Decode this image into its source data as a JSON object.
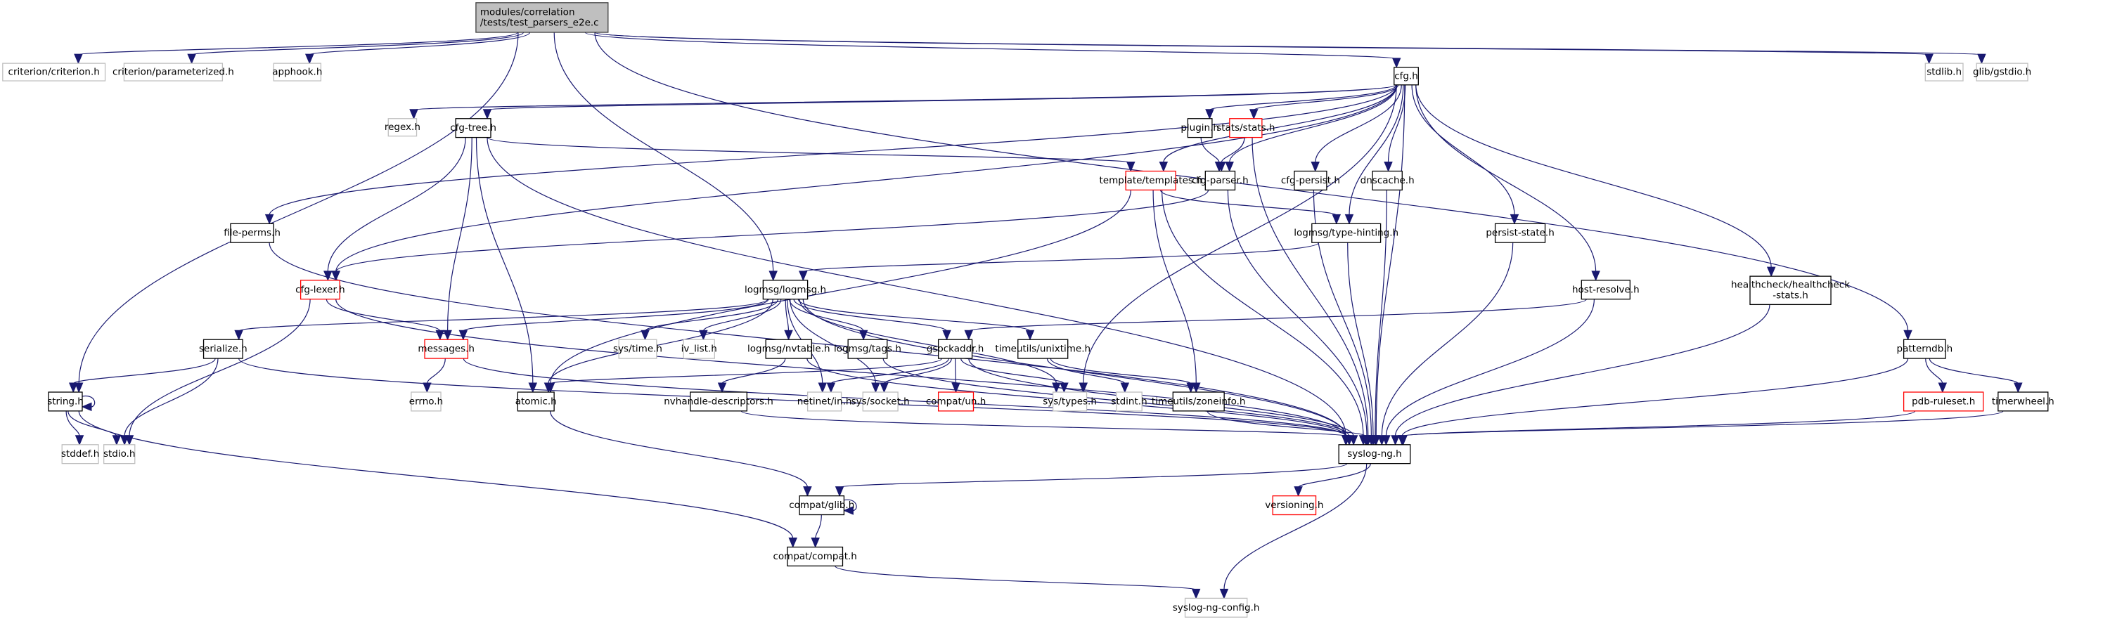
{
  "diagram": {
    "title": "modules/correlation/tests/test_parsers_e2e.c include dependency graph",
    "styles": {
      "root": {
        "fill": "#bfbfbf",
        "stroke": "#404040"
      },
      "normal": {
        "fill": "#ffffff",
        "stroke": "#000000"
      },
      "missing": {
        "fill": "#ffffff",
        "stroke": "#bfbfbf"
      },
      "truncated": {
        "fill": "#ffffff",
        "stroke": "#ff0000"
      },
      "edge": "#191970"
    },
    "nodes": [
      {
        "id": "root",
        "lines": [
          "modules/correlation",
          "/tests/test_parsers_e2e.c"
        ],
        "style": "root"
      },
      {
        "id": "criterion",
        "lines": [
          "criterion/criterion.h"
        ],
        "style": "missing"
      },
      {
        "id": "parameterized",
        "lines": [
          "criterion/parameterized.h"
        ],
        "style": "missing"
      },
      {
        "id": "apphook",
        "lines": [
          "apphook.h"
        ],
        "style": "missing"
      },
      {
        "id": "cfg",
        "lines": [
          "cfg.h"
        ],
        "style": "normal"
      },
      {
        "id": "stdlib",
        "lines": [
          "stdlib.h"
        ],
        "style": "missing"
      },
      {
        "id": "gstdio",
        "lines": [
          "glib/gstdio.h"
        ],
        "style": "missing"
      },
      {
        "id": "regex",
        "lines": [
          "regex.h"
        ],
        "style": "missing"
      },
      {
        "id": "cfgtree",
        "lines": [
          "cfg-tree.h"
        ],
        "style": "normal"
      },
      {
        "id": "plugin",
        "lines": [
          "plugin.h"
        ],
        "style": "normal"
      },
      {
        "id": "stats",
        "lines": [
          "stats/stats.h"
        ],
        "style": "truncated"
      },
      {
        "id": "templates",
        "lines": [
          "template/templates.h"
        ],
        "style": "truncated"
      },
      {
        "id": "cfgparser",
        "lines": [
          "cfg-parser.h"
        ],
        "style": "normal"
      },
      {
        "id": "cfgpersist",
        "lines": [
          "cfg-persist.h"
        ],
        "style": "normal"
      },
      {
        "id": "dnscache",
        "lines": [
          "dnscache.h"
        ],
        "style": "normal"
      },
      {
        "id": "fileperms",
        "lines": [
          "file-perms.h"
        ],
        "style": "normal"
      },
      {
        "id": "typehinting",
        "lines": [
          "logmsg/type-hinting.h"
        ],
        "style": "normal"
      },
      {
        "id": "persiststate",
        "lines": [
          "persist-state.h"
        ],
        "style": "normal"
      },
      {
        "id": "cfglexer",
        "lines": [
          "cfg-lexer.h"
        ],
        "style": "truncated"
      },
      {
        "id": "logmsg",
        "lines": [
          "logmsg/logmsg.h"
        ],
        "style": "normal"
      },
      {
        "id": "hostresolve",
        "lines": [
          "host-resolve.h"
        ],
        "style": "normal"
      },
      {
        "id": "healthcheck",
        "lines": [
          "healthcheck/healthcheck",
          "-stats.h"
        ],
        "style": "normal"
      },
      {
        "id": "serialize",
        "lines": [
          "serialize.h"
        ],
        "style": "normal"
      },
      {
        "id": "messages",
        "lines": [
          "messages.h"
        ],
        "style": "truncated"
      },
      {
        "id": "systime",
        "lines": [
          "sys/time.h"
        ],
        "style": "missing"
      },
      {
        "id": "ivlist",
        "lines": [
          "iv_list.h"
        ],
        "style": "missing"
      },
      {
        "id": "nvtable",
        "lines": [
          "logmsg/nvtable.h"
        ],
        "style": "normal"
      },
      {
        "id": "tags",
        "lines": [
          "logmsg/tags.h"
        ],
        "style": "normal"
      },
      {
        "id": "gsockaddr",
        "lines": [
          "gsockaddr.h"
        ],
        "style": "normal"
      },
      {
        "id": "unixtime",
        "lines": [
          "timeutils/unixtime.h"
        ],
        "style": "normal"
      },
      {
        "id": "patterndb",
        "lines": [
          "patterndb.h"
        ],
        "style": "normal"
      },
      {
        "id": "stringh",
        "lines": [
          "string.h"
        ],
        "style": "normal"
      },
      {
        "id": "errno",
        "lines": [
          "errno.h"
        ],
        "style": "missing"
      },
      {
        "id": "atomic",
        "lines": [
          "atomic.h"
        ],
        "style": "normal"
      },
      {
        "id": "nvhandle",
        "lines": [
          "nvhandle-descriptors.h"
        ],
        "style": "normal"
      },
      {
        "id": "netinet",
        "lines": [
          "netinet/in.h"
        ],
        "style": "missing"
      },
      {
        "id": "syssocket",
        "lines": [
          "sys/socket.h"
        ],
        "style": "missing"
      },
      {
        "id": "compatun",
        "lines": [
          "compat/un.h"
        ],
        "style": "truncated"
      },
      {
        "id": "systypes",
        "lines": [
          "sys/types.h"
        ],
        "style": "missing"
      },
      {
        "id": "stdint",
        "lines": [
          "stdint.h"
        ],
        "style": "missing"
      },
      {
        "id": "zoneinfo",
        "lines": [
          "timeutils/zoneinfo.h"
        ],
        "style": "normal"
      },
      {
        "id": "pdbruleset",
        "lines": [
          "pdb-ruleset.h"
        ],
        "style": "truncated"
      },
      {
        "id": "timerwheel",
        "lines": [
          "timerwheel.h"
        ],
        "style": "normal"
      },
      {
        "id": "stddef",
        "lines": [
          "stddef.h"
        ],
        "style": "missing"
      },
      {
        "id": "stdio",
        "lines": [
          "stdio.h"
        ],
        "style": "missing"
      },
      {
        "id": "syslogng",
        "lines": [
          "syslog-ng.h"
        ],
        "style": "normal"
      },
      {
        "id": "compatglib",
        "lines": [
          "compat/glib.h"
        ],
        "style": "normal"
      },
      {
        "id": "versioning",
        "lines": [
          "versioning.h"
        ],
        "style": "truncated"
      },
      {
        "id": "compatcompat",
        "lines": [
          "compat/compat.h"
        ],
        "style": "normal"
      },
      {
        "id": "syslogngconfig",
        "lines": [
          "syslog-ng-config.h"
        ],
        "style": "missing"
      }
    ],
    "edges": [
      [
        "root",
        "criterion"
      ],
      [
        "root",
        "parameterized"
      ],
      [
        "root",
        "apphook"
      ],
      [
        "root",
        "cfg"
      ],
      [
        "root",
        "stdlib"
      ],
      [
        "root",
        "gstdio"
      ],
      [
        "root",
        "stringh"
      ],
      [
        "root",
        "logmsg"
      ],
      [
        "root",
        "patterndb"
      ],
      [
        "cfg",
        "regex"
      ],
      [
        "cfg",
        "cfgtree"
      ],
      [
        "cfg",
        "plugin"
      ],
      [
        "cfg",
        "stats"
      ],
      [
        "cfg",
        "templates"
      ],
      [
        "cfg",
        "cfgparser"
      ],
      [
        "cfg",
        "cfgpersist"
      ],
      [
        "cfg",
        "dnscache"
      ],
      [
        "cfg",
        "fileperms"
      ],
      [
        "cfg",
        "typehinting"
      ],
      [
        "cfg",
        "persiststate"
      ],
      [
        "cfg",
        "cfglexer"
      ],
      [
        "cfg",
        "hostresolve"
      ],
      [
        "cfg",
        "healthcheck"
      ],
      [
        "cfg",
        "systypes"
      ],
      [
        "cfg",
        "syslogng"
      ],
      [
        "cfgtree",
        "templates"
      ],
      [
        "cfgtree",
        "cfglexer"
      ],
      [
        "cfgtree",
        "messages"
      ],
      [
        "cfgtree",
        "atomic"
      ],
      [
        "cfgtree",
        "syslogng"
      ],
      [
        "plugin",
        "cfgparser"
      ],
      [
        "stats",
        "cfgparser"
      ],
      [
        "stats",
        "syslogng"
      ],
      [
        "templates",
        "typehinting"
      ],
      [
        "templates",
        "atomic"
      ],
      [
        "templates",
        "zoneinfo"
      ],
      [
        "templates",
        "syslogng"
      ],
      [
        "cfgparser",
        "cfglexer"
      ],
      [
        "cfgparser",
        "syslogng"
      ],
      [
        "cfgpersist",
        "syslogng"
      ],
      [
        "dnscache",
        "syslogng"
      ],
      [
        "fileperms",
        "syslogng"
      ],
      [
        "typehinting",
        "logmsg"
      ],
      [
        "typehinting",
        "syslogng"
      ],
      [
        "persiststate",
        "syslogng"
      ],
      [
        "cfglexer",
        "messages"
      ],
      [
        "cfglexer",
        "stdio"
      ],
      [
        "cfglexer",
        "syslogng"
      ],
      [
        "logmsg",
        "serialize"
      ],
      [
        "logmsg",
        "messages"
      ],
      [
        "logmsg",
        "systime"
      ],
      [
        "logmsg",
        "ivlist"
      ],
      [
        "logmsg",
        "nvtable"
      ],
      [
        "logmsg",
        "tags"
      ],
      [
        "logmsg",
        "gsockaddr"
      ],
      [
        "logmsg",
        "unixtime"
      ],
      [
        "logmsg",
        "atomic"
      ],
      [
        "logmsg",
        "netinet"
      ],
      [
        "logmsg",
        "syssocket"
      ],
      [
        "logmsg",
        "systypes"
      ],
      [
        "logmsg",
        "syslogng"
      ],
      [
        "hostresolve",
        "gsockaddr"
      ],
      [
        "hostresolve",
        "syslogng"
      ],
      [
        "healthcheck",
        "syslogng"
      ],
      [
        "serialize",
        "stringh"
      ],
      [
        "serialize",
        "stdio"
      ],
      [
        "serialize",
        "syslogng"
      ],
      [
        "messages",
        "errno"
      ],
      [
        "messages",
        "syslogng"
      ],
      [
        "nvtable",
        "nvhandle"
      ],
      [
        "nvtable",
        "syslogng"
      ],
      [
        "tags",
        "syslogng"
      ],
      [
        "gsockaddr",
        "atomic"
      ],
      [
        "gsockaddr",
        "netinet"
      ],
      [
        "gsockaddr",
        "syssocket"
      ],
      [
        "gsockaddr",
        "compatun"
      ],
      [
        "gsockaddr",
        "systypes"
      ],
      [
        "gsockaddr",
        "syslogng"
      ],
      [
        "unixtime",
        "stdint"
      ],
      [
        "unixtime",
        "zoneinfo"
      ],
      [
        "patterndb",
        "pdbruleset"
      ],
      [
        "patterndb",
        "timerwheel"
      ],
      [
        "patterndb",
        "syslogng"
      ],
      [
        "pdbruleset",
        "syslogng"
      ],
      [
        "timerwheel",
        "syslogng"
      ],
      [
        "stringh",
        "stringh"
      ],
      [
        "stringh",
        "stddef"
      ],
      [
        "stringh",
        "stdio"
      ],
      [
        "stringh",
        "compatcompat"
      ],
      [
        "atomic",
        "compatglib"
      ],
      [
        "nvhandle",
        "syslogng"
      ],
      [
        "zoneinfo",
        "syslogng"
      ],
      [
        "syslogng",
        "compatglib"
      ],
      [
        "syslogng",
        "versioning"
      ],
      [
        "syslogng",
        "syslogngconfig"
      ],
      [
        "compatglib",
        "compatglib"
      ],
      [
        "compatglib",
        "compatcompat"
      ],
      [
        "compatcompat",
        "syslogngconfig"
      ]
    ]
  }
}
